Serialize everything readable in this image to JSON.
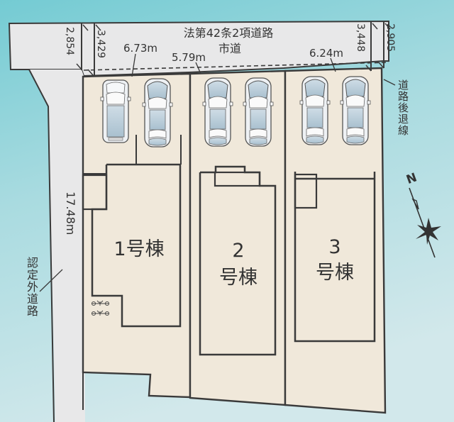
{
  "colors": {
    "sky_top": "#7fcfd6",
    "sky_bottom": "#cfe7ea",
    "road": "#e7e7e8",
    "lot": "#f0e8da",
    "line": "#3a3a3a",
    "car_body": "#e9edf1",
    "car_glass": "#b9cdd9"
  },
  "road_top": {
    "label_line1": "法第42条2項道路",
    "label_line2": "市道"
  },
  "road_left": {
    "label": "認定外道路",
    "length": "17.48m"
  },
  "dimensions": {
    "left_outer_width": "2,854",
    "left_inner_width": "3,429",
    "right_inner_width": "3,448",
    "right_outer_width": "2,905",
    "frontage_lot1": "6.73m",
    "frontage_lot2": "5.79m",
    "frontage_lot3": "6.24m"
  },
  "setback_label": "道路後退線",
  "compass": {
    "north_label": "N"
  },
  "buildings": [
    {
      "number": "1",
      "suffix": "号棟",
      "label": "1号棟"
    },
    {
      "number": "2",
      "suffix": "号棟"
    },
    {
      "number": "3",
      "suffix": "号棟"
    }
  ],
  "parking": {
    "lot1": [
      "minivan",
      "sedan"
    ],
    "lot2": [
      "sedan",
      "sedan"
    ],
    "lot3": [
      "sedan",
      "sedan"
    ]
  },
  "bicycle_parking": {
    "lot": "1",
    "count": 2
  }
}
